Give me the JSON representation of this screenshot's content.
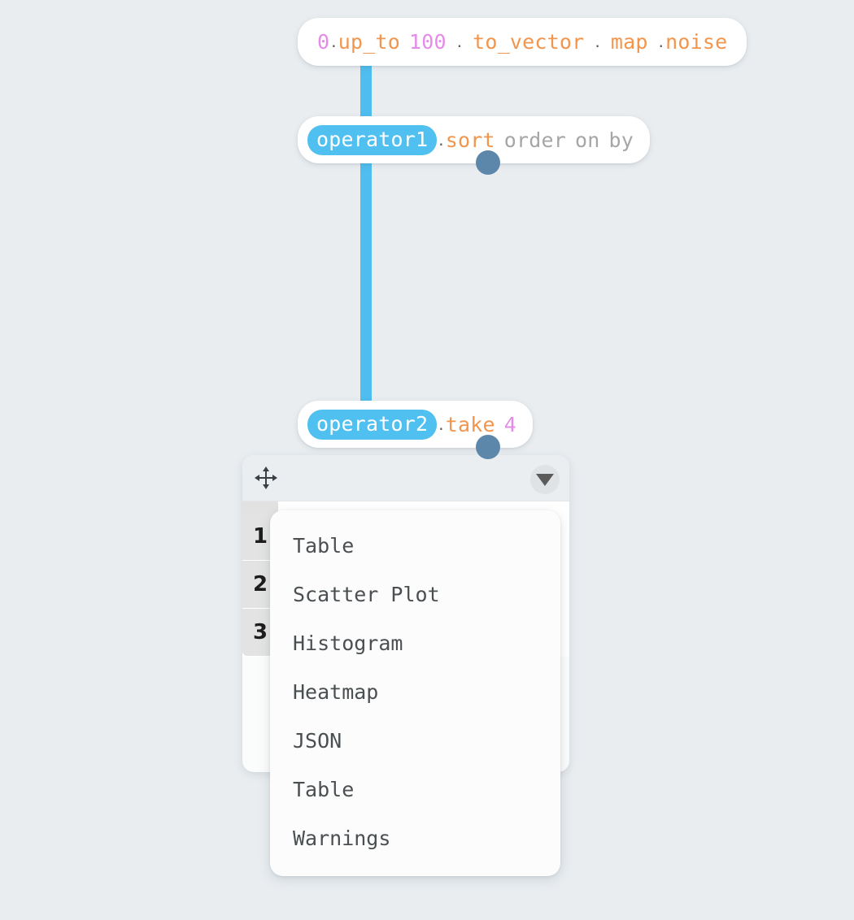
{
  "canvas": {
    "background": "#e9edf0",
    "wire_color": "#4fbdef",
    "port_color": "#5d86ab"
  },
  "nodes": [
    {
      "id": "source",
      "tokens": [
        {
          "text": "0",
          "kind": "number"
        },
        {
          "text": ".",
          "kind": "dot"
        },
        {
          "text": "up_to",
          "kind": "method"
        },
        {
          "text": " ",
          "kind": "space"
        },
        {
          "text": "100",
          "kind": "number"
        },
        {
          "text": " ",
          "kind": "space"
        },
        {
          "text": ".",
          "kind": "dot"
        },
        {
          "text": " ",
          "kind": "space"
        },
        {
          "text": "to_vector",
          "kind": "method"
        },
        {
          "text": " ",
          "kind": "space"
        },
        {
          "text": ".",
          "kind": "dot"
        },
        {
          "text": " ",
          "kind": "space"
        },
        {
          "text": "map",
          "kind": "method"
        },
        {
          "text": " ",
          "kind": "space"
        },
        {
          "text": ".",
          "kind": "dot"
        },
        {
          "text": "noise",
          "kind": "method"
        }
      ],
      "plain_text": "0.up_to 100 . to_vector . map .noise"
    },
    {
      "id": "sort",
      "self_label": "operator1",
      "tokens": [
        {
          "text": ".",
          "kind": "dot"
        },
        {
          "text": "sort",
          "kind": "method"
        },
        {
          "text": " ",
          "kind": "space"
        },
        {
          "text": "order",
          "kind": "placeholder"
        },
        {
          "text": " ",
          "kind": "space"
        },
        {
          "text": "on",
          "kind": "placeholder"
        },
        {
          "text": " ",
          "kind": "space"
        },
        {
          "text": "by",
          "kind": "placeholder"
        }
      ],
      "plain_text": "operator1.sort order on by"
    },
    {
      "id": "take",
      "self_label": "operator2",
      "tokens": [
        {
          "text": ".",
          "kind": "dot"
        },
        {
          "text": "take",
          "kind": "method"
        },
        {
          "text": " ",
          "kind": "space"
        },
        {
          "text": "4",
          "kind": "number"
        }
      ],
      "plain_text": "operator2.take 4"
    }
  ],
  "visualization_panel": {
    "move_icon": "move-icon",
    "dropdown_icon": "caret-down-icon",
    "table": {
      "rows": [
        {
          "index": "1",
          "value": ""
        },
        {
          "index": "2",
          "value": ""
        },
        {
          "index": "3",
          "value": ""
        }
      ]
    }
  },
  "visualization_menu": {
    "items": [
      {
        "label": "Table"
      },
      {
        "label": "Scatter Plot"
      },
      {
        "label": "Histogram"
      },
      {
        "label": "Heatmap"
      },
      {
        "label": "JSON"
      },
      {
        "label": "Table"
      },
      {
        "label": "Warnings"
      }
    ]
  }
}
